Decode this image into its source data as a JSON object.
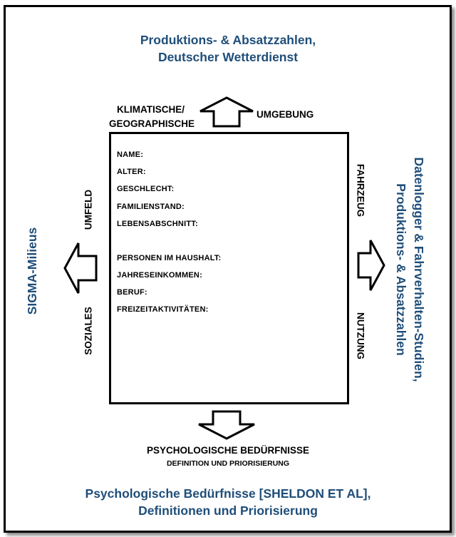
{
  "top_source": {
    "line1": "Produktions- & Absatzzahlen,",
    "line2": "Deutscher Wetterdienst"
  },
  "top_label": {
    "left_line1": "KLIMATISCHE/",
    "left_line2": "GEOGRAPHISCHE",
    "right": "UMGEBUNG"
  },
  "left_source": "SIGMA-Milieus",
  "left_label": {
    "upper": "UMFELD",
    "lower": "SOZIALES"
  },
  "right_source": {
    "line1": "Datenlogger & Fahrverhalten-Studien,",
    "line2": "Produktions- & Absatzzahlen"
  },
  "right_label": {
    "upper": "FAHRZEUG",
    "lower": "NUTZUNG"
  },
  "bottom_label": {
    "title": "PSYCHOLOGISCHE BEDÜRFNISSE",
    "subtitle": "DEFINITION UND PRIORISIERUNG"
  },
  "bottom_source": {
    "line1": "Psychologische Bedürfnisse [SHELDON ET AL],",
    "line2": "Definitionen und Priorisierung"
  },
  "profile_fields": [
    "NAME:",
    "ALTER:",
    "GESCHLECHT:",
    "FAMILIENSTAND:",
    "LEBENSABSCHNITT:",
    "PERSONEN IM HAUSHALT:",
    "JAHRESEINKOMMEN:",
    "BERUF:",
    "FREIZEITAKTIVITÄTEN:"
  ],
  "colors": {
    "source_text": "#1f4e79",
    "border": "#000000"
  }
}
